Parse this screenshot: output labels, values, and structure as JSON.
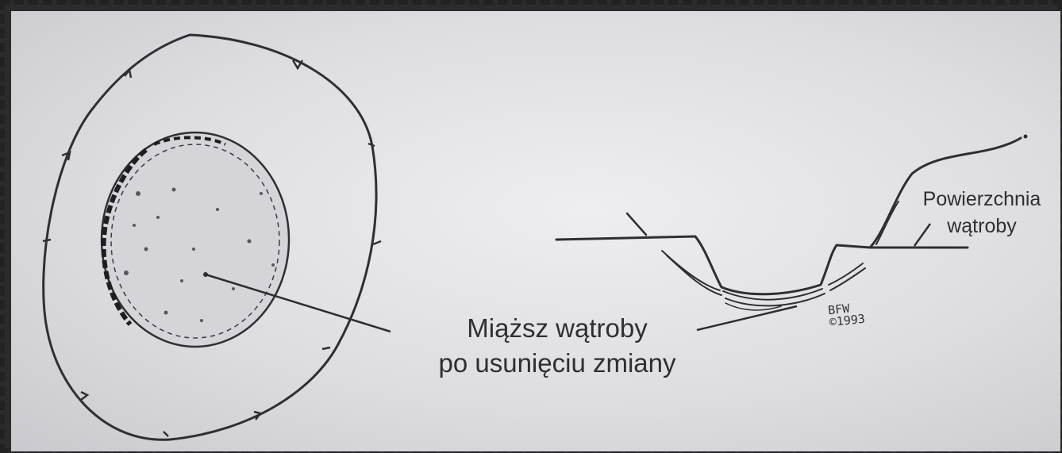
{
  "labels": {
    "parenchyma_line1": "Miąższ wątroby",
    "parenchyma_line2": "po usunięciu zmiany",
    "surface_line1": "Powierzchnia",
    "surface_line2": "wątroby"
  },
  "signature": {
    "line1": "BFW",
    "line2": "©1993"
  }
}
